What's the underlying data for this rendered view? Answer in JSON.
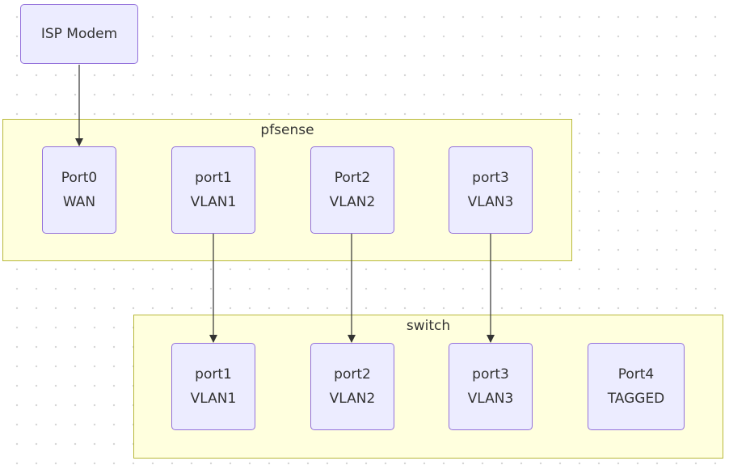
{
  "isp": {
    "label": "ISP Modem"
  },
  "pfsense": {
    "title": "pfsense",
    "ports": [
      {
        "name": "Port0",
        "role": "WAN"
      },
      {
        "name": "port1",
        "role": "VLAN1"
      },
      {
        "name": "Port2",
        "role": "VLAN2"
      },
      {
        "name": "port3",
        "role": "VLAN3"
      }
    ]
  },
  "switch": {
    "title": "switch",
    "ports": [
      {
        "name": "port1",
        "role": "VLAN1"
      },
      {
        "name": "port2",
        "role": "VLAN2"
      },
      {
        "name": "port3",
        "role": "VLAN3"
      },
      {
        "name": "Port4",
        "role": "TAGGED"
      }
    ]
  },
  "edges": [
    {
      "from": "ISP Modem",
      "to": "pfsense Port0 WAN"
    },
    {
      "from": "pfsense port1 VLAN1",
      "to": "switch port1 VLAN1"
    },
    {
      "from": "pfsense Port2 VLAN2",
      "to": "switch port2 VLAN2"
    },
    {
      "from": "pfsense port3 VLAN3",
      "to": "switch port3 VLAN3"
    }
  ]
}
